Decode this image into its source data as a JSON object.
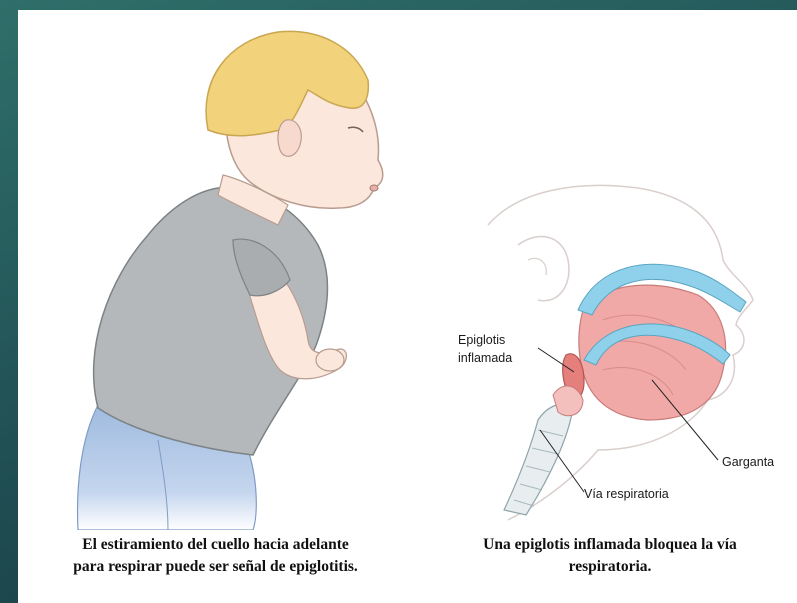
{
  "labels": {
    "epiglotis_line1": "Epiglotis",
    "epiglotis_line2": "inflamada",
    "garganta": "Garganta",
    "via_respiratoria": "Vía respiratoria"
  },
  "captions": {
    "left_line1": "El estiramiento del cuello hacia adelante",
    "left_line2": "para respirar puede ser señal de epiglotitis.",
    "right_line1": "Una epiglotis inflamada bloquea la vía",
    "right_line2": "respiratoria."
  },
  "colors": {
    "background": "#1f4d52",
    "hair": "#f2d27a",
    "skin": "#fbe7dc",
    "shirt": "#b4b8bb",
    "jeans": "#9fbbe0",
    "airway_blue": "#8fd0ea",
    "tissue_pink": "#f0a9a6",
    "outline": "#9a8a86"
  },
  "icons": [
    "child-illustration",
    "airway-cross-section"
  ]
}
